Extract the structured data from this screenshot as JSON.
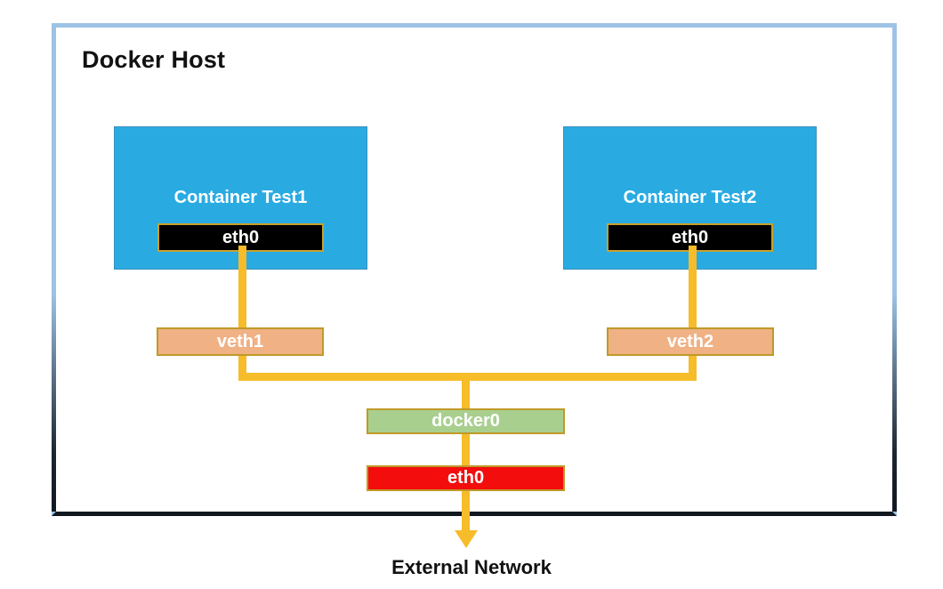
{
  "diagram": {
    "title": "Docker Host",
    "external_label": "External Network",
    "colors": {
      "frame_top": "#9dc3e6",
      "frame_bottom": "#111820",
      "container_fill": "#29abe2",
      "eth_inner_fill": "#000000",
      "eth_inner_border": "#c8a12a",
      "veth_fill": "#f0b184",
      "bridge_fill": "#a9cf8f",
      "external_eth_fill": "#f40d0d",
      "link": "#f6bc2a"
    },
    "containers": [
      {
        "name": "Container Test1",
        "interface": "eth0"
      },
      {
        "name": "Container Test2",
        "interface": "eth0"
      }
    ],
    "veths": [
      {
        "name": "veth1"
      },
      {
        "name": "veth2"
      }
    ],
    "bridge": {
      "name": "docker0"
    },
    "host_interface": {
      "name": "eth0"
    }
  }
}
